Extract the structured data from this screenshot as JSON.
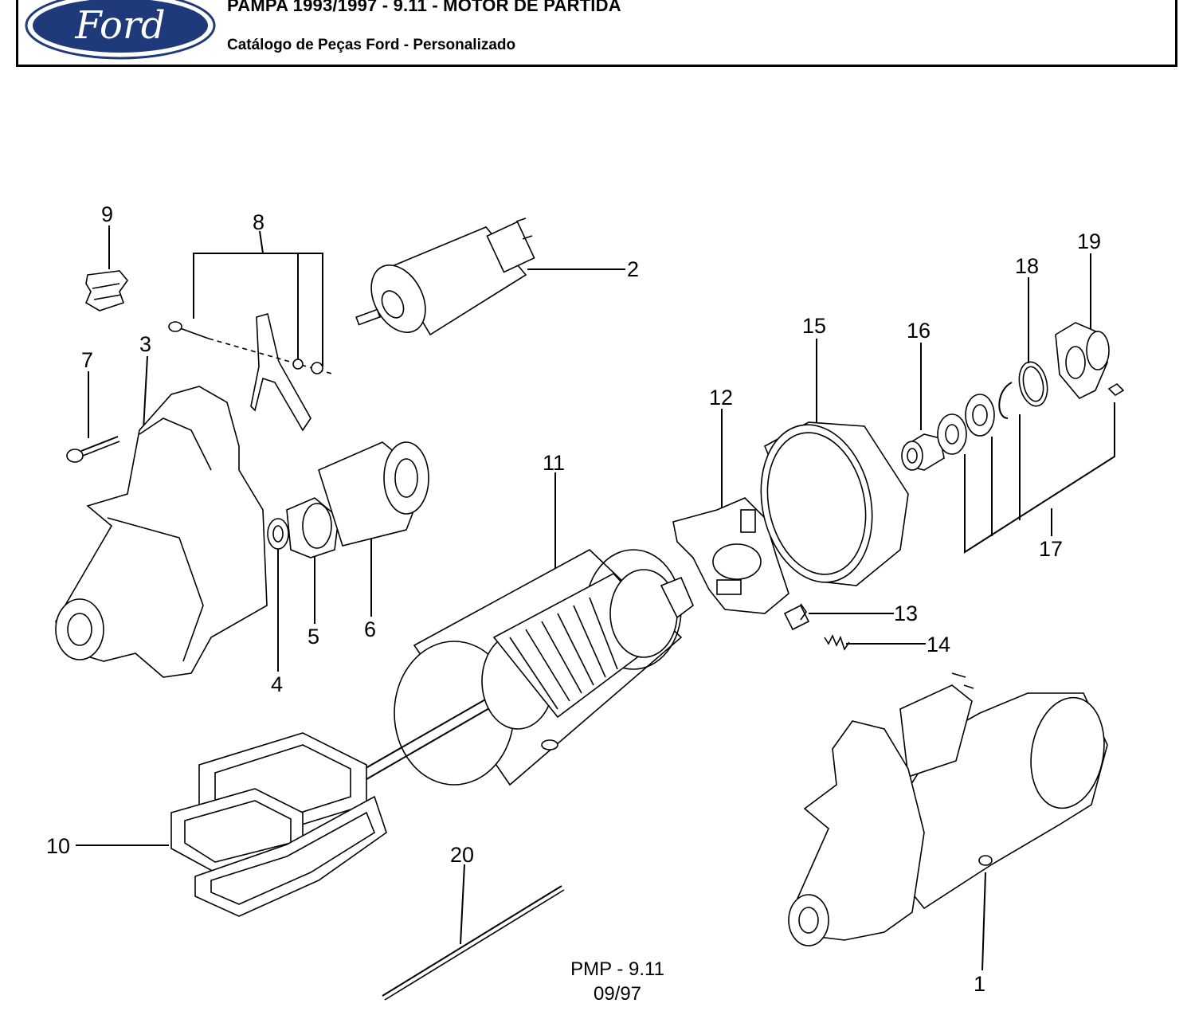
{
  "header": {
    "logo_text": "Ford",
    "title": "PAMPA 1993/1997 - 9.11 - MOTOR DE PARTIDA",
    "subtitle": "Catálogo de Peças Ford - Personalizado"
  },
  "callouts": [
    "1",
    "2",
    "3",
    "4",
    "5",
    "6",
    "7",
    "8",
    "9",
    "10",
    "11",
    "12",
    "13",
    "14",
    "15",
    "16",
    "17",
    "18",
    "19",
    "20"
  ],
  "footer": {
    "code": "PMP - 9.11",
    "date": "09/97"
  },
  "colors": {
    "logo_blue": "#1f3a7a",
    "line": "#000000"
  }
}
